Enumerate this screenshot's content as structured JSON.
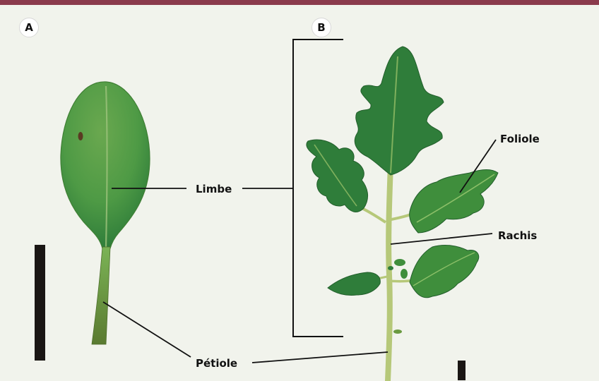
{
  "panels": {
    "a": "A",
    "b": "B"
  },
  "labels": {
    "limbe": "Limbe",
    "petiole": "Pétiole",
    "foliole": "Foliole",
    "rachis": "Rachis"
  },
  "colors": {
    "accent_bar": "#8a3a4c",
    "background": "#f1f3ec",
    "leaf_dark": "#2f7d3a",
    "leaf_mid": "#4e9a45",
    "stem": "#b6c879",
    "scale_bar": "#1a1614"
  }
}
